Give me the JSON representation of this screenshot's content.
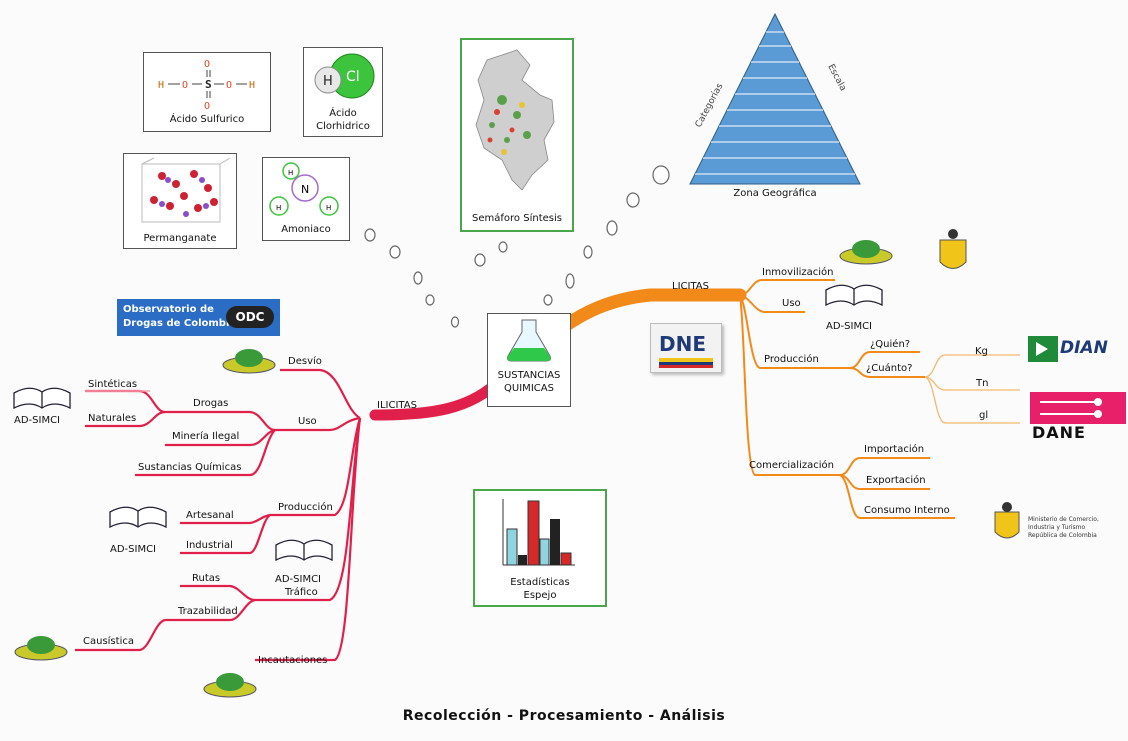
{
  "center": {
    "label_line1": "SUSTANCIAS",
    "label_line2": "QUIMICAS"
  },
  "illicit": {
    "label": "ILICITAS",
    "desvio": "Desvío",
    "uso": "Uso",
    "drogas": "Drogas",
    "sinteticas": "Sintéticas",
    "naturales": "Naturales",
    "mineria": "Minería Ilegal",
    "sustancias": "Sustancias Químicas",
    "produccion": "Producción",
    "artesanal": "Artesanal",
    "industrial": "Industrial",
    "trafico": "Tráfico",
    "rutas": "Rutas",
    "trazabilidad": "Trazabilidad",
    "casuistica": "Causística",
    "incautaciones": "Incautaciones"
  },
  "licit": {
    "label": "LICITAS",
    "inmovilizacion": "Inmovilización",
    "uso": "Uso",
    "produccion": "Producción",
    "quien": "¿Quién?",
    "cuanto": "¿Cuánto?",
    "kg": "Kg",
    "tn": "Tn",
    "gl": "gl",
    "comercializacion": "Comercialización",
    "importacion": "Importación",
    "exportacion": "Exportación",
    "consumo": "Consumo Interno"
  },
  "ad_simci": "AD-SIMCI",
  "images": {
    "acido_sulfurico": "Ácido Sulfurico",
    "acido_clorhidrico_1": "Ácido",
    "acido_clorhidrico_2": "Clorhidrico",
    "permanganato": "Permanganate",
    "amoniaco": "Amoniaco",
    "semaforo": "Semáforo Síntesis",
    "zona": "Zona Geográfica",
    "categorias": "Categorías",
    "escala": "Escala",
    "estadisticas_1": "Estadísticas",
    "estadisticas_2": "Espejo",
    "observatorio_1": "Observatorio de",
    "observatorio_2": "Drogas de Colombia",
    "odc": "ODC",
    "dne": "DNE",
    "dian": "DIAN",
    "dane": "DANE",
    "mincomercio_1": "Ministerio de Comercio,",
    "mincomercio_2": "Industria y Turismo",
    "mincomercio_3": "República de Colombia",
    "hcl_h": "H",
    "hcl_cl": "Cl",
    "nh3_n": "N",
    "nh3_h": "H",
    "s": "S",
    "o": "O",
    "h": "H"
  },
  "footer": "Recolección - Procesamiento - Análisis",
  "colors": {
    "illicit": "#e0204a",
    "licit": "#f28a1a",
    "frame": "#4aa64a"
  }
}
